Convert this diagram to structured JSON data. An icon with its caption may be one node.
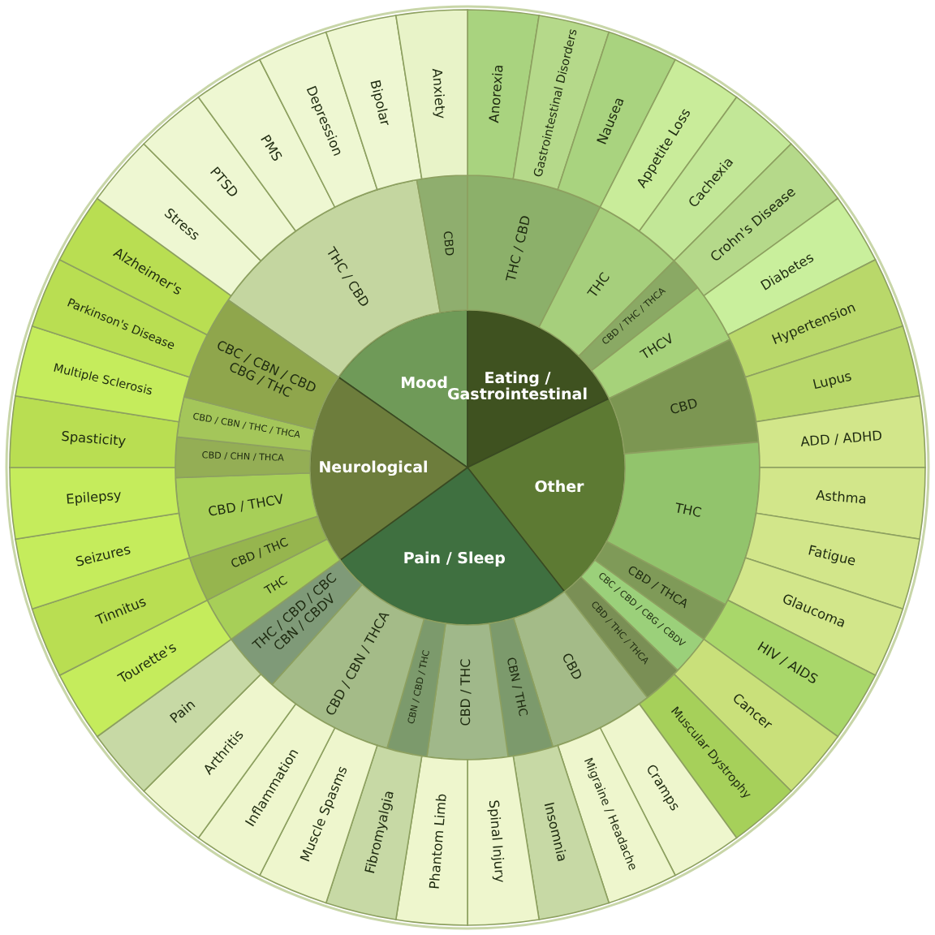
{
  "diagram": {
    "nodes": [
      {
        "text": [
          "Mood"
        ]
      },
      {
        "text": [
          "Eating / Gastrointestinal"
        ]
      },
      {
        "text": [
          "Other"
        ]
      },
      {
        "text": [
          "Pain / Sleep"
        ]
      },
      {
        "text": [
          "Neurological"
        ]
      },
      {
        "text": [
          "THC / CBD"
        ]
      },
      {
        "text": [
          "CBD"
        ]
      },
      {
        "text": [
          "THC / CBD"
        ]
      },
      {
        "text": [
          "THC"
        ]
      },
      {
        "text": [
          "CBD / THC / THCA"
        ]
      },
      {
        "text": [
          "THCV"
        ]
      },
      {
        "text": [
          "CBD"
        ]
      },
      {
        "text": [
          "THC"
        ]
      },
      {
        "text": [
          "CBD / THCA"
        ]
      },
      {
        "text": [
          "CBC / CBD / CBG / CBDV"
        ]
      },
      {
        "text": [
          "CBD / THC / THCA"
        ]
      },
      {
        "text": [
          "CBD"
        ]
      },
      {
        "text": [
          "CBN / THC"
        ]
      },
      {
        "text": [
          "CBD / THC"
        ]
      },
      {
        "text": [
          "CBN / CBD / THC"
        ]
      },
      {
        "text": [
          "CBD / CBN / THCA"
        ]
      },
      {
        "text": [
          "THC / CBD / CBC CBN / CBDV"
        ]
      },
      {
        "text": [
          "THC"
        ]
      },
      {
        "text": [
          "CBD / THC"
        ]
      },
      {
        "text": [
          "CBD / THCV"
        ]
      },
      {
        "text": [
          "CBD / CHN / THCA"
        ]
      },
      {
        "text": [
          "CBD / CBN / THC / THCA"
        ]
      },
      {
        "text": [
          "CBC / CBN / CBD CBG / THC"
        ]
      },
      {
        "text": [
          "Anorexia"
        ]
      },
      {
        "text": [
          "Gastrointestinal Disorders"
        ]
      },
      {
        "text": [
          "Nausea"
        ]
      },
      {
        "text": [
          "Appetite Loss"
        ]
      },
      {
        "text": [
          "Cachexia"
        ]
      },
      {
        "text": [
          "Crohn's Disease"
        ]
      },
      {
        "text": [
          "Diabetes"
        ]
      },
      {
        "text": [
          "Hypertension"
        ]
      },
      {
        "text": [
          "Lupus"
        ]
      },
      {
        "text": [
          "ADD / ADHD"
        ]
      },
      {
        "text": [
          "Asthma"
        ]
      },
      {
        "text": [
          "Fatigue"
        ]
      },
      {
        "text": [
          "Glaucoma"
        ]
      },
      {
        "text": [
          "HIV / AIDS"
        ]
      },
      {
        "text": [
          "Cancer"
        ]
      },
      {
        "text": [
          "Muscular Dystrophy"
        ]
      },
      {
        "text": [
          "Cramps"
        ]
      },
      {
        "text": [
          "Migraine / Headache"
        ]
      },
      {
        "text": [
          "Insomnia"
        ]
      },
      {
        "text": [
          "Spinal Injury"
        ]
      },
      {
        "text": [
          "Phantom Limb"
        ]
      },
      {
        "text": [
          "Fibromyalgia"
        ]
      },
      {
        "text": [
          "Muscle Spasms"
        ]
      },
      {
        "text": [
          "Inflammation"
        ]
      },
      {
        "text": [
          "Arthritis"
        ]
      },
      {
        "text": [
          "Pain"
        ]
      },
      {
        "text": [
          "Tourette's"
        ]
      },
      {
        "text": [
          "Tinnitus"
        ]
      },
      {
        "text": [
          "Seizures"
        ]
      },
      {
        "text": [
          "Epilepsy"
        ]
      },
      {
        "text": [
          "Spasticity"
        ]
      },
      {
        "text": [
          "Multiple Sclerosis"
        ]
      },
      {
        "text": [
          "Parkinson's Disease"
        ]
      },
      {
        "text": [
          "Alzheimer's"
        ]
      },
      {
        "text": [
          "Stress"
        ]
      },
      {
        "text": [
          "PTSD"
        ]
      },
      {
        "text": [
          "PMS"
        ]
      },
      {
        "text": [
          "Depression"
        ]
      },
      {
        "text": [
          "Bipolar"
        ]
      },
      {
        "text": [
          "Anxiety"
        ]
      }
    ]
  }
}
